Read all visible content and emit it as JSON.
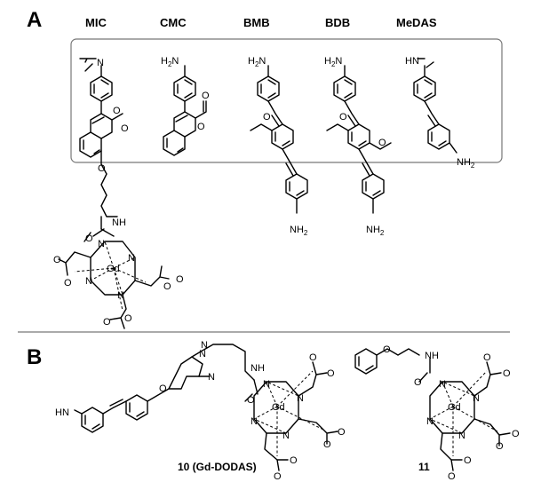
{
  "panels": {
    "a": {
      "letter": "A",
      "compounds": [
        {
          "label": "MIC"
        },
        {
          "label": "CMC"
        },
        {
          "label": "BMB"
        },
        {
          "label": "BDB"
        },
        {
          "label": "MeDAS"
        }
      ]
    },
    "b": {
      "letter": "B",
      "compounds": [
        {
          "label": "10 (Gd-DODAS)"
        },
        {
          "label": "11"
        }
      ]
    }
  },
  "atoms": {
    "n": "N",
    "o": "O",
    "h2n": "H",
    "hn": "HN",
    "nh": "NH",
    "nh2": "NH",
    "sub2": "2",
    "gd": "Gd"
  }
}
